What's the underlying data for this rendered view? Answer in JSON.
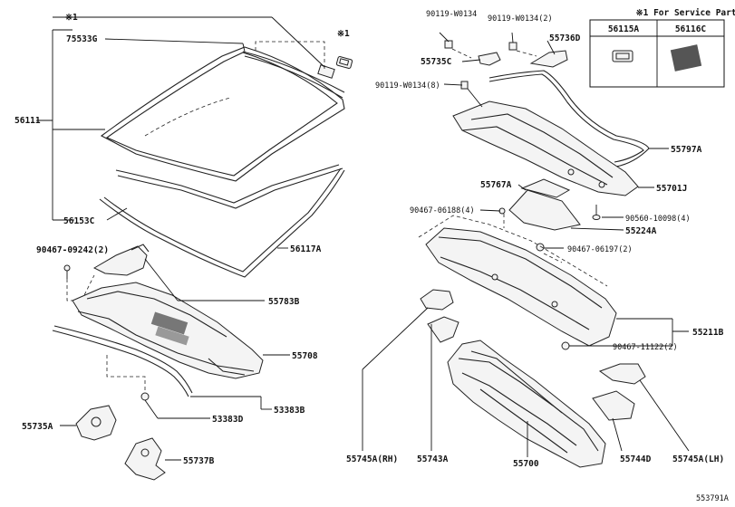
{
  "diagram_id": "553791A",
  "service_note": {
    "title": "※1 For Service Parts",
    "parts": [
      "56115A",
      "56116C"
    ]
  },
  "labels": {
    "mark1_top": "※1",
    "mark1_clip": "※1",
    "p75533G": "75533G",
    "p56111": "56111",
    "p56153C": "56153C",
    "p56117A": "56117A",
    "p90467_09242": "90467-09242(2)",
    "p55783B": "55783B",
    "p55708": "55708",
    "p53383D": "53383D",
    "p53383B": "53383B",
    "p55735A": "55735A",
    "p55737B": "55737B",
    "p90119_a": "90119-W0134",
    "p90119_b": "90119-W0134(2)",
    "p55736D": "55736D",
    "p55735C": "55735C",
    "p90119_c": "90119-W0134(8)",
    "p55797A": "55797A",
    "p55701J": "55701J",
    "p55767A": "55767A",
    "p90467_06188": "90467-06188(4)",
    "p90560_10098": "90560-10098(4)",
    "p55224A": "55224A",
    "p90467_06197": "90467-06197(2)",
    "p55211B": "55211B",
    "p90467_11122": "90467-11122(2)",
    "p55745A_RH": "55745A(RH)",
    "p55743A": "55743A",
    "p55700": "55700",
    "p55744D": "55744D",
    "p55745A_LH": "55745A(LH)"
  }
}
